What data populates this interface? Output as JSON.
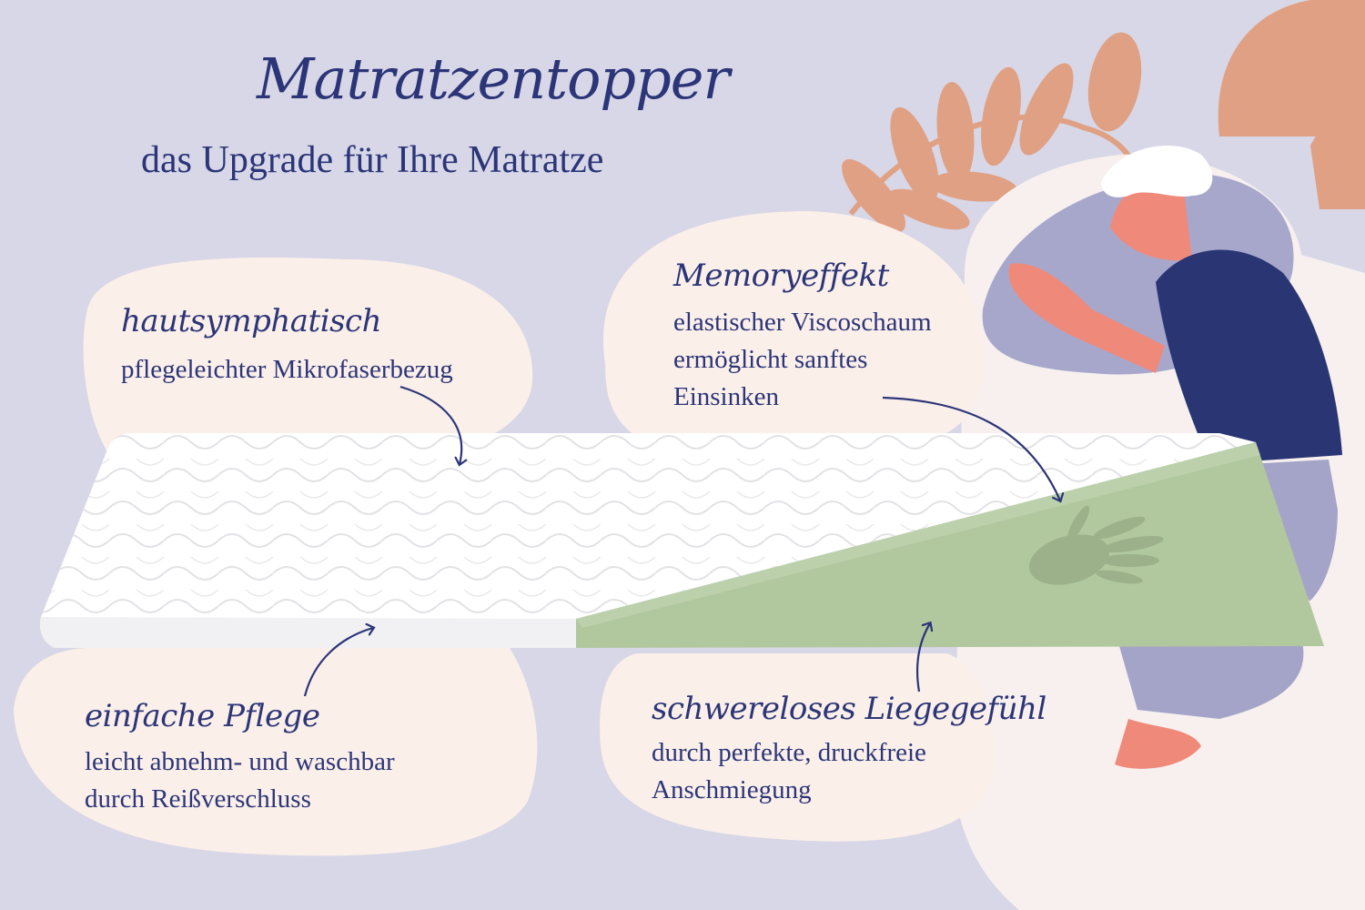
{
  "header": {
    "title": "Matratzentopper",
    "subtitle": "das Upgrade für Ihre Matratze"
  },
  "features": [
    {
      "heading": "hautsymphatisch",
      "lines": [
        "pflegeleichter Mikrofaserbezug"
      ]
    },
    {
      "heading": "Memoryeffekt",
      "lines": [
        "elastischer Viscoschaum",
        "ermöglicht sanftes",
        "Einsinken"
      ]
    },
    {
      "heading": "einfache Pflege",
      "lines": [
        "leicht abnehm- und waschbar",
        "durch Reißverschluss"
      ]
    },
    {
      "heading": "schwereloses Liegegefühl",
      "lines": [
        "durch perfekte, druckfreie",
        "Anschmiegung"
      ]
    }
  ],
  "colors": {
    "background": "#d8d7e7",
    "text": "#2b3578",
    "blob": "#fbefe9",
    "foam": "#b1c79d",
    "leaf": "#e0a083",
    "shirt": "#2a3574",
    "pants": "#a4a4c8",
    "skin": "#ef8a7a"
  }
}
